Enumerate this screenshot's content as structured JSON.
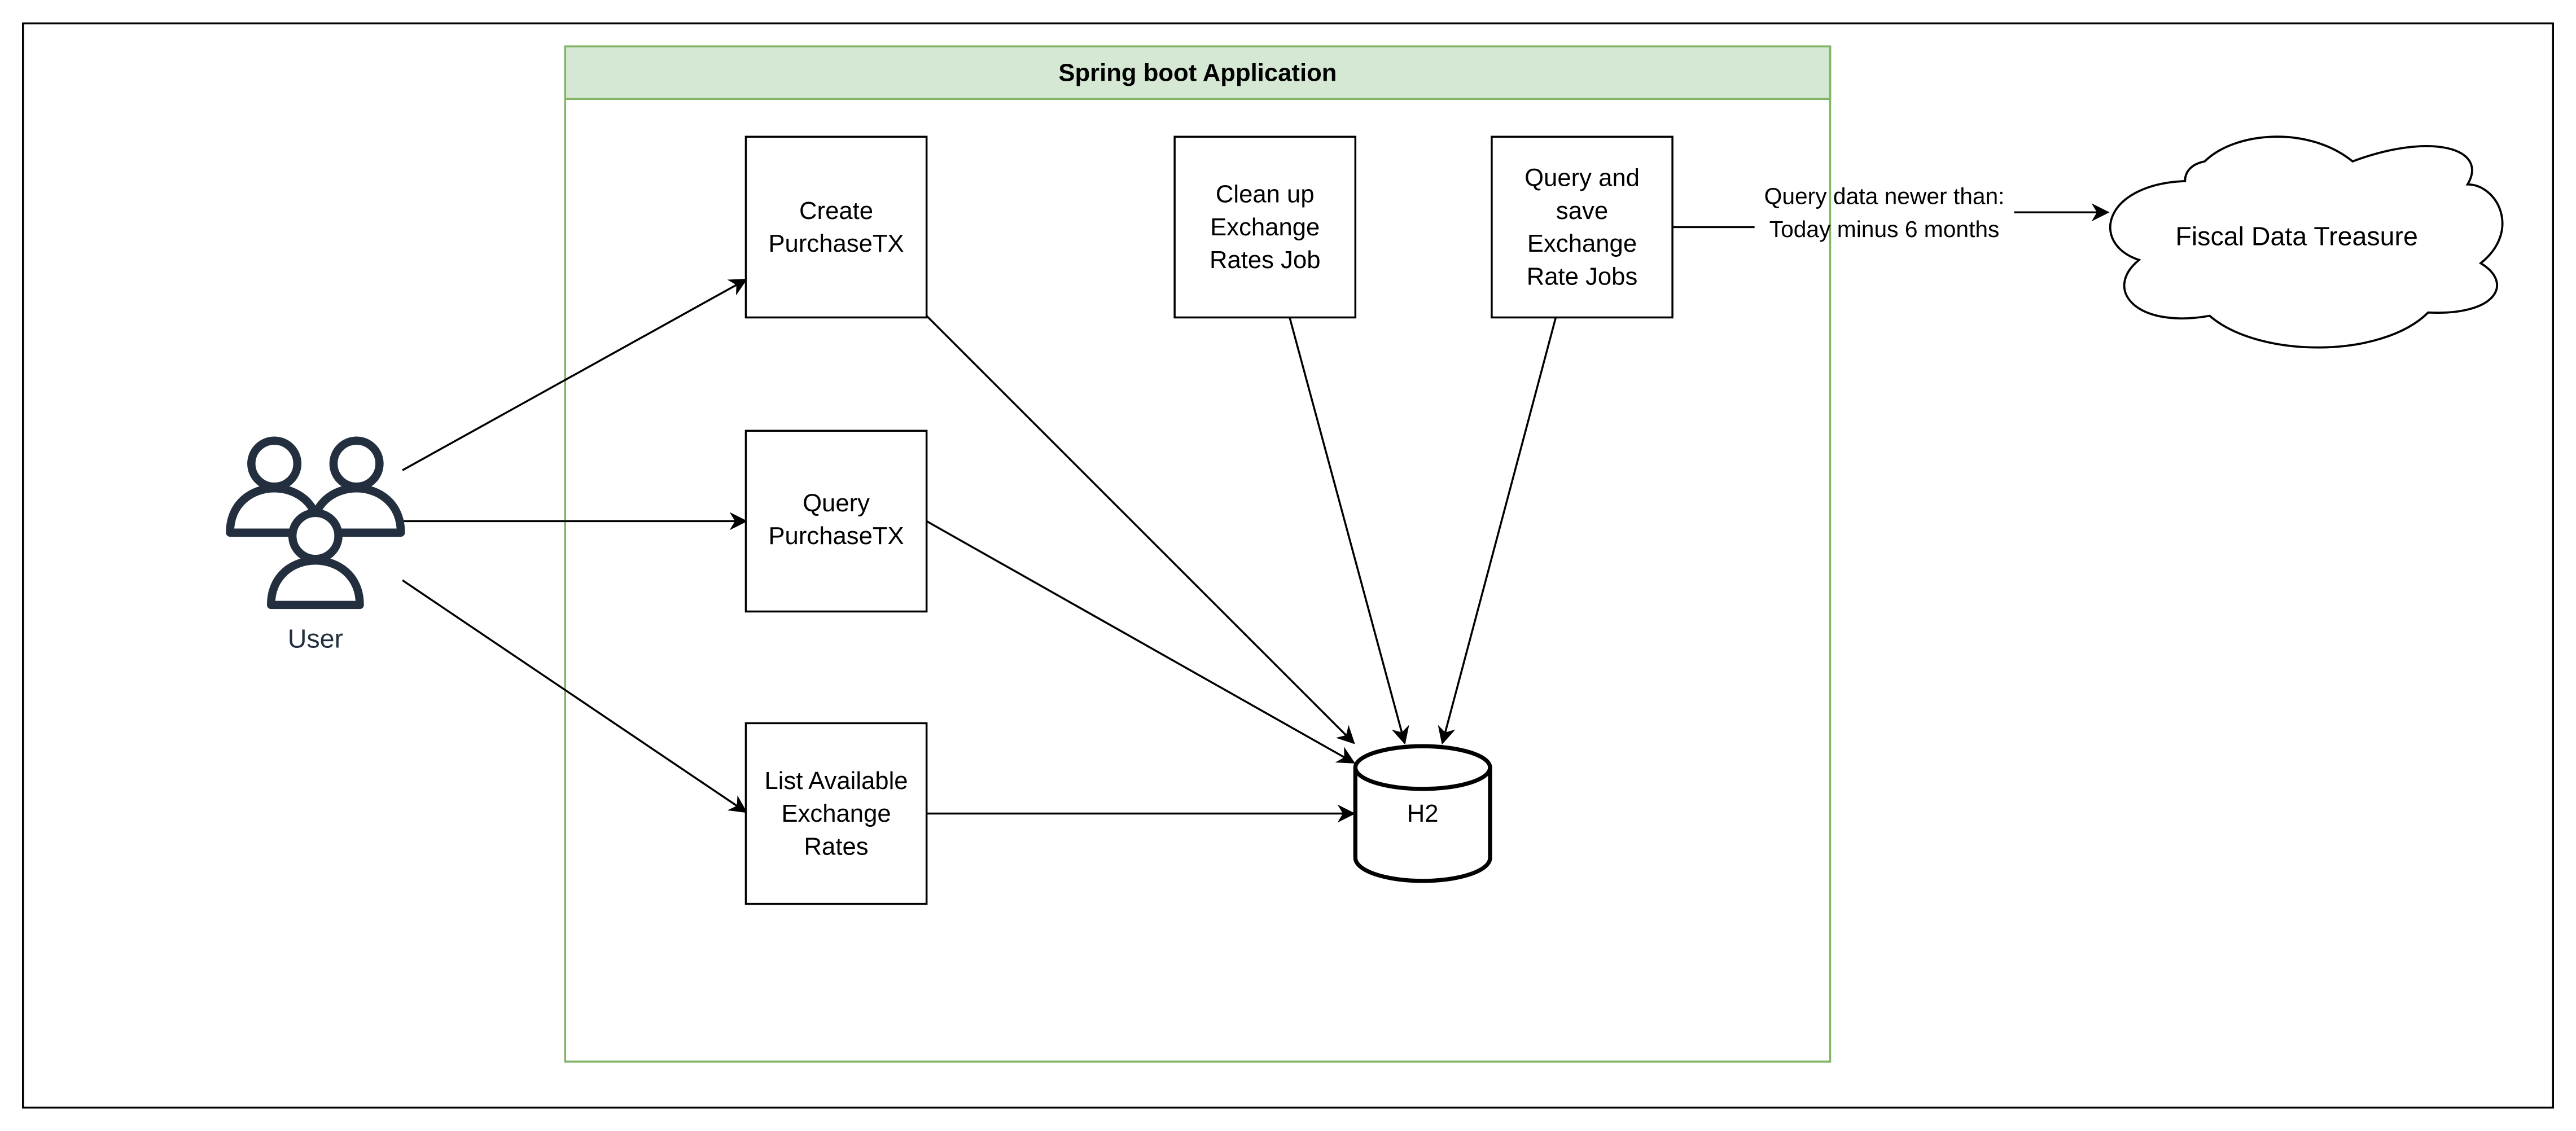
{
  "container": {
    "title": "Spring boot Application",
    "header_color": "#d5e8d4",
    "border_color": "#82b366"
  },
  "actor": {
    "label": "User",
    "icon": "users-icon",
    "color": "#232f3e"
  },
  "nodes": {
    "create": [
      "Create",
      "PurchaseTX"
    ],
    "query": [
      "Query",
      "PurchaseTX"
    ],
    "list": [
      "List Available",
      "Exchange",
      "Rates"
    ],
    "cleanup": [
      "Clean up",
      "Exchange",
      "Rates Job"
    ],
    "save": [
      "Query and",
      "save",
      "Exchange",
      "Rate Jobs"
    ]
  },
  "database": {
    "label": "H2",
    "icon": "database-cylinder-icon"
  },
  "external": {
    "label": "Fiscal Data Treasure",
    "icon": "cloud-icon"
  },
  "edge_label": [
    "Query data newer than:",
    "Today minus 6 months"
  ]
}
